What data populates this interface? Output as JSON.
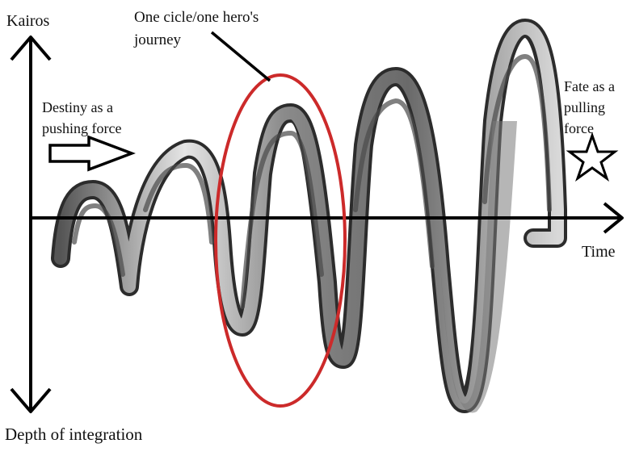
{
  "axes": {
    "vertical_label": "Kairos",
    "vertical_bottom_label": "Depth of integration",
    "horizontal_label": "Time"
  },
  "annotations": {
    "cycle": "One cicle/one hero's\njourney",
    "destiny": "Destiny as a\npushing force",
    "fate": "Fate as a\npulling\nforce"
  },
  "colors": {
    "ink": "#111111",
    "highlight_ellipse": "#cc2a2a",
    "spiral_light": "#e8e8e8",
    "spiral_mid": "#9a9a9a",
    "spiral_dark": "#3a3a3a"
  },
  "icons": {
    "destiny_arrow": "hollow-right-arrow-icon",
    "fate_star": "hollow-star-icon"
  }
}
